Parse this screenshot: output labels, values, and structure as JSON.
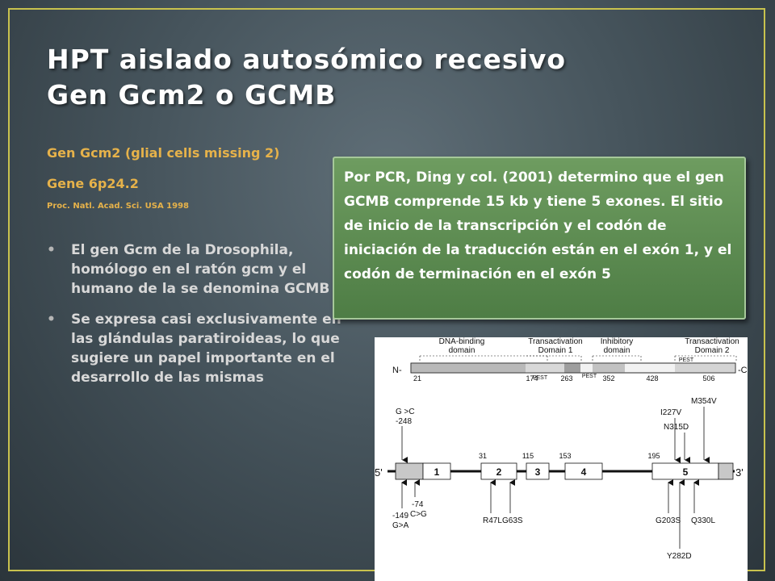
{
  "title": {
    "line1": "HPT aislado autosómico recesivo",
    "line2": "Gen Gcm2 o GCMB"
  },
  "subtitle": {
    "gene_name": "Gen Gcm2 (glial cells missing 2)",
    "locus": "Gene 6p24.2",
    "reference": "Proc. Natl. Acad. Sci. USA 1998"
  },
  "bullets": [
    "El gen Gcm de la Drosophila, homólogo en el ratón gcm y el humano de la se denomina GCMB",
    "Se expresa casi exclusivamente en las glándulas paratiroideas, lo que sugiere un papel importante en el desarrollo de las mismas"
  ],
  "callout": "Por PCR, Ding y col. (2001) determino  que el gen GCMB comprende 15 kb y tiene 5 exones. El sitio de inicio de la transcripción y el codón de iniciación de la traducción están en el exón 1, y el codón de terminación en el exón 5",
  "diagram": {
    "domains": {
      "dna_binding_1": "DNA-binding",
      "dna_binding_2": "domain",
      "transact1_1": "Transactivation",
      "transact1_2": "Domain 1",
      "inhibitory_1": "Inhibitory",
      "inhibitory_2": "domain",
      "transact2_1": "Transactivation",
      "transact2_2": "Domain 2"
    },
    "protein": {
      "n_label": "N-",
      "c_label": "-C",
      "positions": [
        "21",
        "174",
        "263",
        "352",
        "428",
        "506"
      ],
      "pest_labels": [
        "PEST",
        "PEST",
        "PEST"
      ]
    },
    "gene": {
      "five_prime": "5'",
      "three_prime": "3'",
      "exons": [
        "1",
        "2",
        "3",
        "4",
        "5"
      ],
      "codon_numbers": [
        "31",
        "115",
        "153",
        "195"
      ]
    },
    "mutations_above": {
      "g_c": "G >C",
      "g_c_pos": "-248",
      "i227v": "I227V",
      "n315d": "N315D",
      "m354v": "M354V"
    },
    "mutations_below": {
      "minus149": "-149",
      "g_a": "G>A",
      "minus74": "-74",
      "c_g": "C>G",
      "r47l": "R47L",
      "g63s": "G63S",
      "g203s": "G203S",
      "q330l": "Q330L",
      "y282d": "Y282D"
    }
  }
}
